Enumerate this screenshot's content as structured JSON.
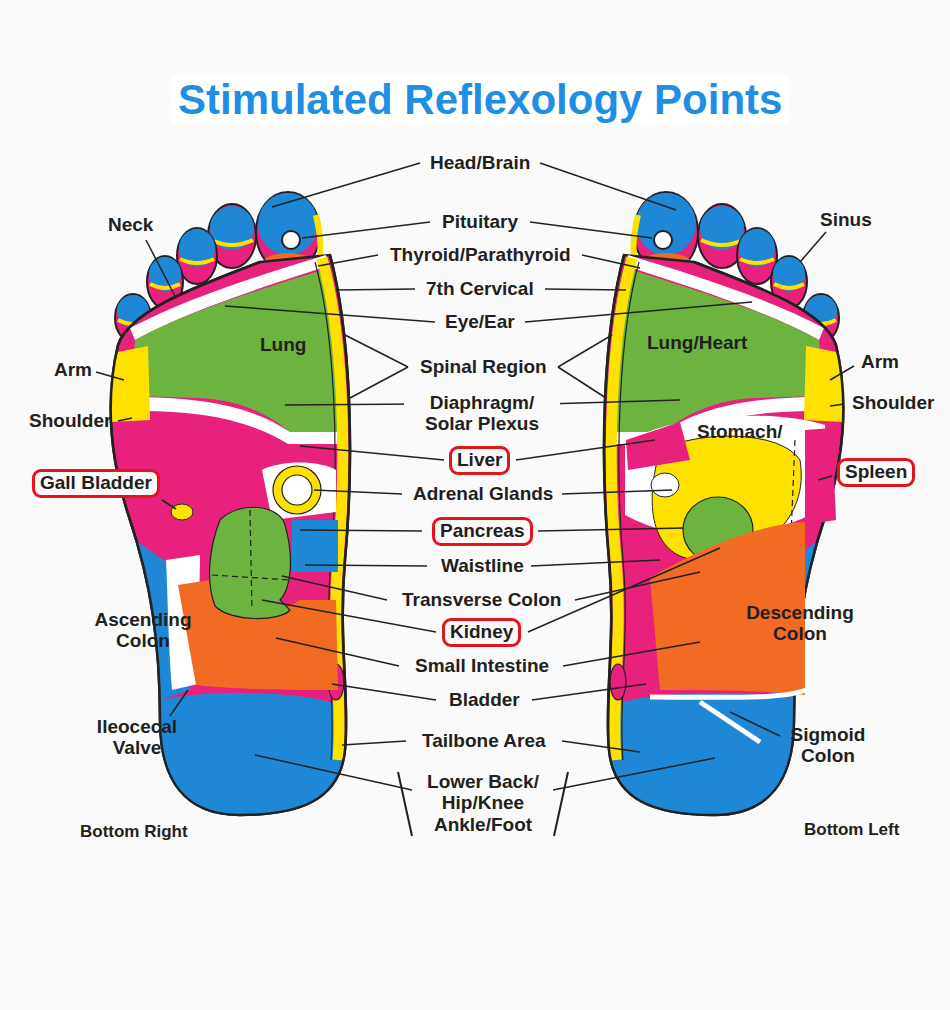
{
  "diagram": {
    "title": "Stimulated Reflexology Points",
    "nodes": [
      {
        "text": [
          "Liver"
        ]
      },
      {
        "text": [
          "Gall Bladder"
        ]
      },
      {
        "text": [
          "Spleen"
        ]
      },
      {
        "text": [
          "Pancreas"
        ]
      },
      {
        "text": [
          "Kidney"
        ]
      }
    ],
    "labels": [
      "Head/Brain",
      "Neck",
      "Pituitary",
      "Sinus",
      "Thyroid/Parathyroid",
      "7th Cervical",
      "Eye/Ear",
      "Lung",
      "Lung/Heart",
      "Arm",
      "Spinal Region",
      "Arm",
      "Shoulder",
      "Diaphragm/ Solar Plexus",
      "Shoulder",
      "Stomach/",
      "Adrenal Glands",
      "Waistline",
      "Transverse Colon",
      "Ascending Colon",
      "Descending Colon",
      "Small Intestine",
      "Bladder",
      "Ileocecal Valve",
      "Tailbone Area",
      "Sigmoid Colon",
      "Lower Back/ Hip/Knee Ankle/Foot",
      "Bottom Right",
      "Bottom Left"
    ]
  }
}
